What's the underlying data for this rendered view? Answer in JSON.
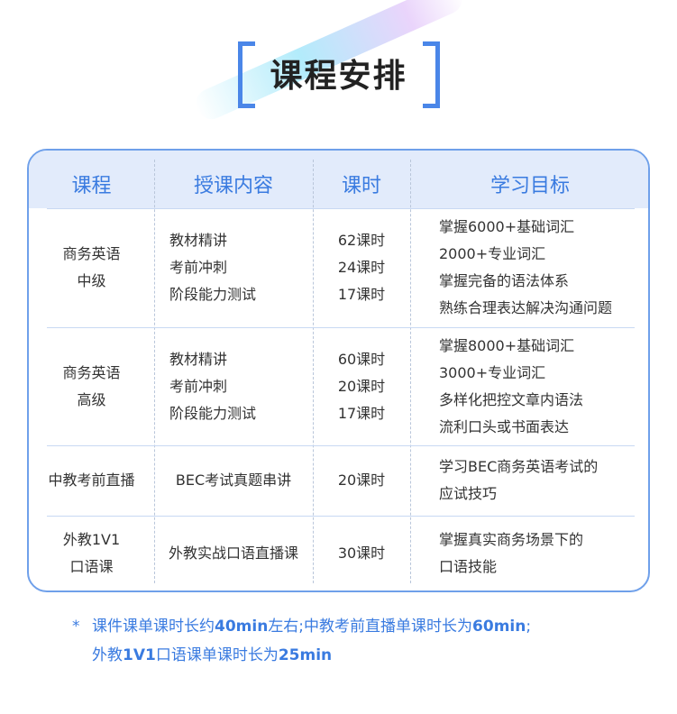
{
  "title": "课程安排",
  "table": {
    "headers": [
      "课程",
      "授课内容",
      "课时",
      "学习目标"
    ],
    "rows": [
      {
        "course": [
          "商务英语",
          "中级"
        ],
        "content": [
          "教材精讲",
          "考前冲刺",
          "阶段能力测试"
        ],
        "hours": [
          "62课时",
          "24课时",
          "17课时"
        ],
        "goals": [
          "掌握6000+基础词汇",
          "2000+专业词汇",
          "掌握完备的语法体系",
          "熟练合理表达解决沟通问题"
        ]
      },
      {
        "course": [
          "商务英语",
          "高级"
        ],
        "content": [
          "教材精讲",
          "考前冲刺",
          "阶段能力测试"
        ],
        "hours": [
          "60课时",
          "20课时",
          "17课时"
        ],
        "goals": [
          "掌握8000+基础词汇",
          "3000+专业词汇",
          "多样化把控文章内语法",
          "流利口头或书面表达"
        ]
      },
      {
        "course": [
          "中教考前直播"
        ],
        "content": [
          "BEC考试真题串讲"
        ],
        "hours": [
          "20课时"
        ],
        "goals": [
          "学习BEC商务英语考试的",
          "应试技巧"
        ]
      },
      {
        "course": [
          "外教1V1",
          "口语课"
        ],
        "content": [
          "外教实战口语直播课"
        ],
        "hours": [
          "30课时"
        ],
        "goals": [
          "掌握真实商务场景下的",
          "口语技能"
        ]
      }
    ]
  },
  "note": {
    "star": "*",
    "line1_a": "课件课单课时长约",
    "line1_b": "40min",
    "line1_c": "左右;中教考前直播单课时长为",
    "line1_d": "60min",
    "line1_e": ";",
    "line2_a": "外教",
    "line2_b": "1V1",
    "line2_c": "口语课单课时长为",
    "line2_d": "25min"
  },
  "colors": {
    "accent": "#3a7be0",
    "border": "#6fa0ea",
    "header_bg": "#e2ebfb",
    "text": "#333333"
  }
}
